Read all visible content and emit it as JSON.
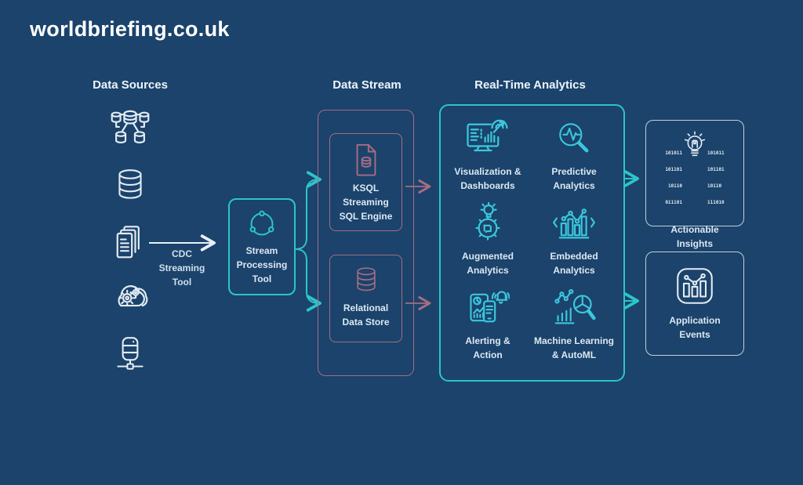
{
  "brand": {
    "logo_text": "worldbriefing.co.uk"
  },
  "colors": {
    "background": "#1b436b",
    "teal_accent": "#2cc5c9",
    "cyan_icon": "#3cc7dc",
    "rose_accent": "#a76c84",
    "white_text": "#e9f0f7",
    "light_box_border": "#c3cfdb"
  },
  "headers": {
    "data_sources": "Data Sources",
    "data_stream": "Data Stream",
    "real_time_analytics": "Real-Time Analytics"
  },
  "data_sources": {
    "icons": [
      {
        "name": "database-cluster-icon"
      },
      {
        "name": "database-icon"
      },
      {
        "name": "documents-icon"
      },
      {
        "name": "cloud-gears-icon"
      },
      {
        "name": "server-icon"
      }
    ]
  },
  "cdc_arrow": {
    "lines": [
      "CDC",
      "Streaming",
      "Tool"
    ]
  },
  "stream_tool": {
    "icon": "cycle-icon",
    "lines": [
      "Stream",
      "Processing",
      "Tool"
    ]
  },
  "data_stream": {
    "ksql": {
      "icon": "document-database-icon",
      "lines": [
        "KSQL",
        "Streaming",
        "SQL Engine"
      ]
    },
    "relational": {
      "icon": "database-icon",
      "lines": [
        "Relational",
        "Data Store"
      ]
    }
  },
  "real_time_analytics": {
    "items": [
      {
        "icon": "dashboard-monitor-icon",
        "lines": [
          "Visualization &",
          "Dashboards"
        ]
      },
      {
        "icon": "magnifier-pulse-icon",
        "lines": [
          "Predictive",
          "Analytics"
        ]
      },
      {
        "icon": "gear-lightbulb-icon",
        "lines": [
          "Augmented",
          "Analytics"
        ]
      },
      {
        "icon": "embedded-chart-icon",
        "lines": [
          "Embedded",
          "Analytics"
        ]
      },
      {
        "icon": "devices-bell-icon",
        "lines": [
          "Alerting &",
          "Action"
        ]
      },
      {
        "icon": "ml-magnifier-icon",
        "lines": [
          "Machine Learning",
          "& AutoML"
        ]
      }
    ]
  },
  "outputs": {
    "actionable_insights": {
      "icon": "lightbulb-binary-icon",
      "lines": [
        "Actionable",
        "Insights"
      ],
      "binary_left": [
        "101011",
        "101101",
        "10110",
        "011101"
      ],
      "binary_right": [
        "101011",
        "101101",
        "10110",
        "111010"
      ]
    },
    "application_events": {
      "icon": "app-chart-icon",
      "lines": [
        "Application",
        "Events"
      ]
    }
  }
}
